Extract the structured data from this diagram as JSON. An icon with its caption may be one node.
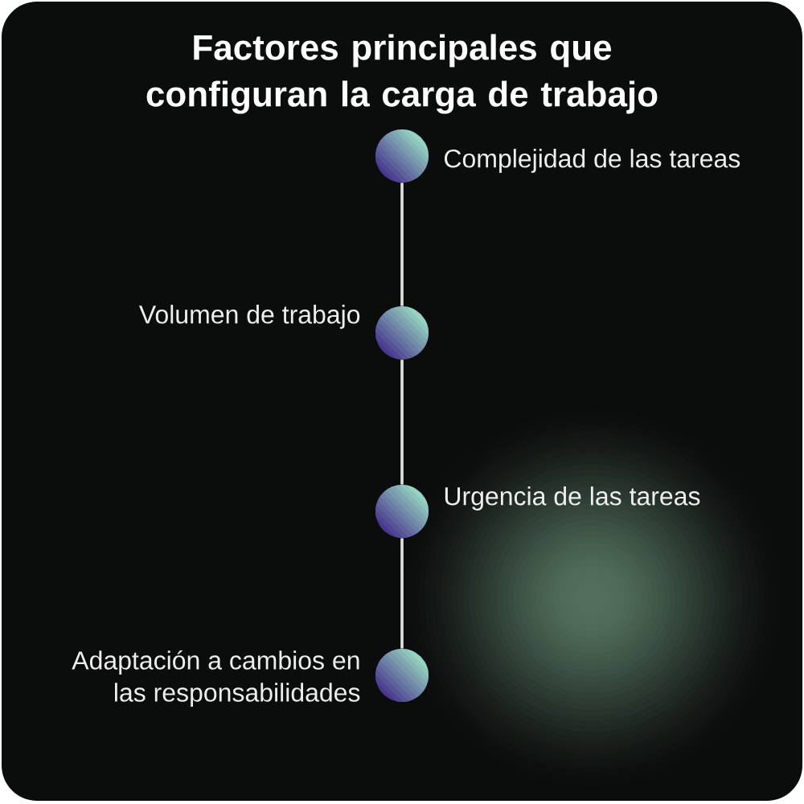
{
  "diagram": {
    "title": "Factores principales que configuran la carga de trabajo",
    "nodes": [
      {
        "text": [],
        "shape": "circle",
        "beside": [
          "Complejidad de las tareas"
        ]
      },
      {
        "text": [],
        "shape": "circle",
        "beside": [
          "Volumen de trabajo"
        ]
      },
      {
        "text": [],
        "shape": "circle",
        "beside": [
          "Urgencia de las tareas"
        ]
      },
      {
        "text": [],
        "shape": "circle",
        "beside": [
          "Adaptación a cambios en las responsabilidades"
        ]
      }
    ],
    "edges": [
      {
        "from": 0,
        "to": 1,
        "arrow": "none"
      },
      {
        "from": 1,
        "to": 2,
        "arrow": "none"
      },
      {
        "from": 2,
        "to": 3,
        "arrow": "none"
      }
    ]
  }
}
